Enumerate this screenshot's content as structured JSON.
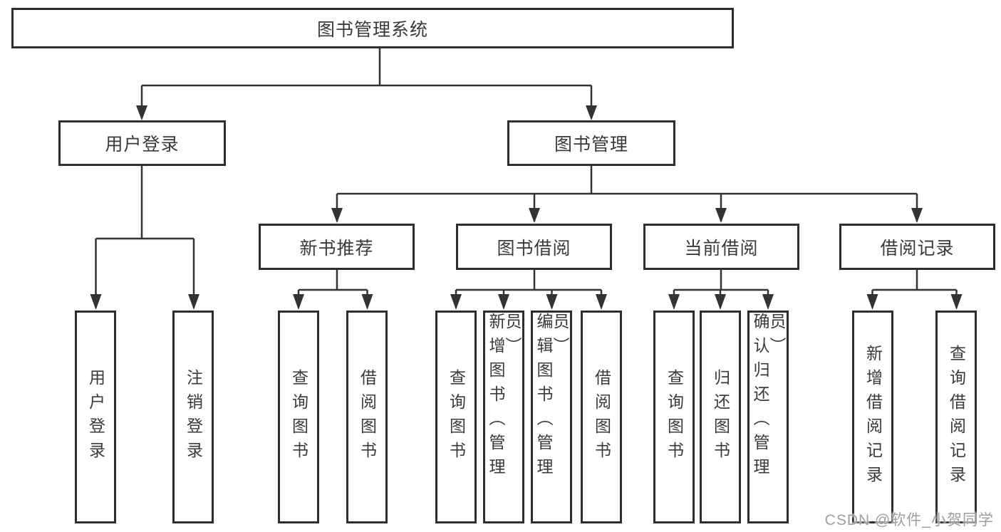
{
  "diagram": {
    "title_node": {
      "label": "图书管理系统"
    },
    "level2": [
      {
        "id": "user-login",
        "label": "用户登录"
      },
      {
        "id": "book-management",
        "label": "图书管理"
      }
    ],
    "level3": [
      {
        "id": "new-book-recommend",
        "label": "新书推荐"
      },
      {
        "id": "book-borrow",
        "label": "图书借阅"
      },
      {
        "id": "current-borrow",
        "label": "当前借阅"
      },
      {
        "id": "borrow-records",
        "label": "借阅记录"
      }
    ],
    "leaves": {
      "user_login": [
        {
          "label": "用户登录"
        },
        {
          "label": "注销登录"
        }
      ],
      "new_book_recommend": [
        {
          "label": "查询图书"
        },
        {
          "label": "借阅图书"
        }
      ],
      "book_borrow": [
        {
          "label": "查询图书"
        },
        {
          "label": "新增图书（管理员）"
        },
        {
          "label": "编辑图书（管理员）"
        },
        {
          "label": "借阅图书"
        }
      ],
      "current_borrow": [
        {
          "label": "查询图书"
        },
        {
          "label": "归还图书"
        },
        {
          "label": "确认归还（管理员）"
        }
      ],
      "borrow_records": [
        {
          "label": "新增借阅记录"
        },
        {
          "label": "查询借阅记录"
        }
      ]
    }
  },
  "watermark": {
    "text": "CSDN @软件_小贺同学"
  },
  "colors": {
    "line": "#333333",
    "box_border": "#2e2e2e",
    "box_fill": "#ffffff",
    "text": "#3a3a3a",
    "watermark": "#9e9e9e",
    "background": "#ffffff"
  }
}
